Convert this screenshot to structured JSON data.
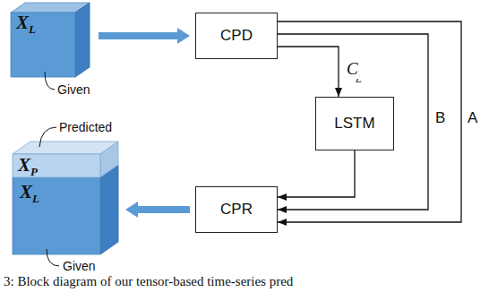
{
  "diagram": {
    "caption": "3: Block diagram of our tensor-based time-series pred",
    "nodes": [
      {
        "text": [
          "X",
          "L"
        ]
      },
      {
        "text": [
          "CPD"
        ]
      },
      {
        "text": [
          "LSTM"
        ]
      },
      {
        "text": [
          "CPR"
        ]
      },
      {
        "text": [
          "X",
          "L"
        ]
      },
      {
        "text": [
          "X",
          "P"
        ],
        "in": 4
      }
    ],
    "edges": [
      {
        "from": 0,
        "to": 1,
        "arrow": "to"
      },
      {
        "from": 1,
        "to": 3,
        "label": "A",
        "arrow": "to"
      },
      {
        "from": 1,
        "to": 3,
        "label": "B",
        "arrow": "to"
      },
      {
        "from": 1,
        "to": 2,
        "label": "C",
        "arrow": "to"
      },
      {
        "from": 2,
        "to": 3,
        "arrow": "to"
      },
      {
        "from": 3,
        "to": 4,
        "arrow": "to"
      }
    ],
    "labels": [
      "L",
      "Given",
      "Predicted",
      "Given"
    ]
  }
}
